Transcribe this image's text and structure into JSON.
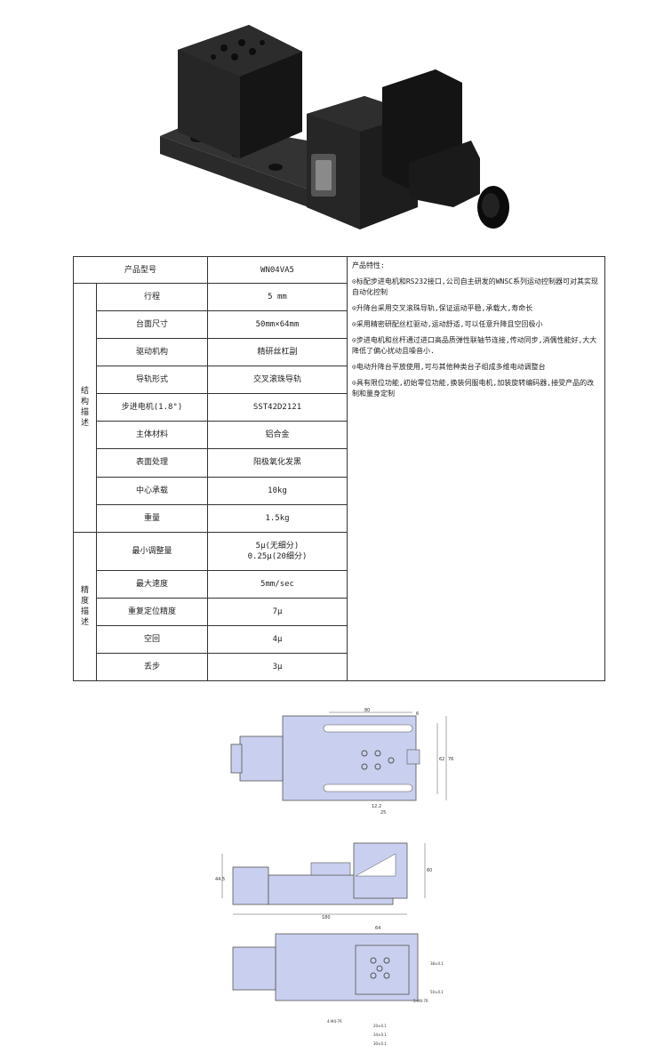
{
  "table": {
    "header": {
      "model_label": "产品型号",
      "model_value": "WN04VA5",
      "features_title": "产品特性:"
    },
    "groups": {
      "structure": [
        "结",
        "构",
        "描",
        "述"
      ],
      "precision": [
        "精",
        "度",
        "描",
        "述"
      ]
    },
    "structure_rows": [
      {
        "label": "行程",
        "value": "5 mm"
      },
      {
        "label": "台面尺寸",
        "value": "50mm×64mm"
      },
      {
        "label": "驱动机构",
        "value": "精研丝杠副"
      },
      {
        "label": "导轨形式",
        "value": "交叉滚珠导轨"
      },
      {
        "label": "步进电机(1.8°)",
        "value": "SST42D2121"
      },
      {
        "label": "主体材料",
        "value": "铝合金"
      },
      {
        "label": "表面处理",
        "value": "阳极氧化发黑"
      },
      {
        "label": "中心承载",
        "value": "10kg"
      },
      {
        "label": "重量",
        "value": "1.5kg"
      }
    ],
    "precision_rows": [
      {
        "label": "最小调整量",
        "value_line1": "5μ(无细分)",
        "value_line2": "0.25μ(20细分)"
      },
      {
        "label": "最大速度",
        "value": "5mm/sec"
      },
      {
        "label": "重复定位精度",
        "value": "7μ"
      },
      {
        "label": "空回",
        "value": "4μ"
      },
      {
        "label": "丢步",
        "value": "3μ"
      }
    ],
    "features": [
      "⊙标配步进电机和RS232接口,公司自主研发的WNSC系列运动控制器可对其实现自动化控制",
      "⊙升降台采用交叉滚珠导轨,保证运动平稳,承载大,寿命长",
      "⊙采用精密研配丝杠驱动,运动舒适,可以任意升降且空回极小",
      "⊙步进电机和丝杆通过进口高品质弹性联轴节连接,传动同步,消偶性能好,大大降低了偏心扰动且噪音小.",
      "⊙电动升降台平放使用,可与其他种类台子组成多维电动调整台",
      "⊙具有限位功能,初始零位功能,换装伺服电机,加装旋转编码器,接受产品的改制和量身定制"
    ]
  },
  "drawings": {
    "top_view": {
      "dim_80": "80",
      "dim_6": "6",
      "dim_62": "62",
      "dim_76": "76",
      "dim_12": "12.2",
      "dim_25": "25"
    },
    "side_view": {
      "dim_44": "44.5",
      "dim_60": "60",
      "dim_180": "180"
    },
    "bottom_view": {
      "dim_64": "64",
      "dim_38": "38±0.1",
      "dim_50": "50±0.1",
      "dim_20": "20±0.1",
      "dim_34": "34±0.1",
      "dim_30": "30±0.1",
      "note_m4": "4-M4-7R",
      "note_m6": "5-M6-7R"
    }
  },
  "colors": {
    "table_border": "#333333",
    "drawing_fill": "#c9cfee",
    "photo_dark": "#1c1c1c"
  }
}
